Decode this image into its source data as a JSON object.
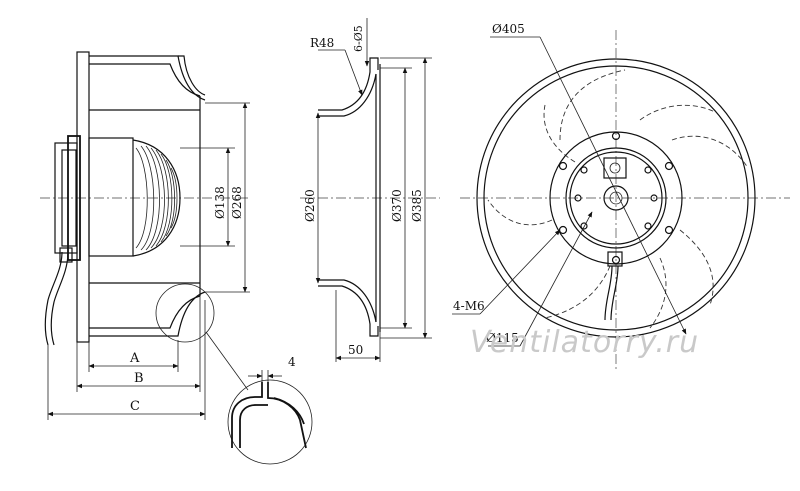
{
  "side_view": {
    "dims": {
      "d138": "Ø138",
      "d268": "Ø268",
      "a": "A",
      "b": "B",
      "c": "C"
    }
  },
  "section_view": {
    "dims": {
      "r48": "R48",
      "holes": "6-Ø5",
      "d260": "Ø260",
      "d370": "Ø370",
      "d385": "Ø385",
      "w50": "50"
    }
  },
  "detail_view": {
    "dims": {
      "t4": "4"
    }
  },
  "front_view": {
    "dims": {
      "d405": "Ø405",
      "m6": "4-M6",
      "d115": "Ø115"
    }
  },
  "watermark": "Ventilatorry.ru"
}
